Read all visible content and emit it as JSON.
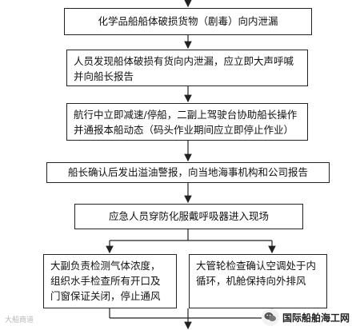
{
  "steps": [
    "化学品船船体破损货物（剧毒）向内泄漏",
    "人员发现船体破损有货向内泄漏，应立即大声呼喊并向船长报告",
    "航行中立即减速/停船，二副上驾驶台协助船长操作并通报本船动态（码头作业期间应立即停止作业）",
    "船长确认后发出溢油警报，向当地海事机构和公司报告",
    "应急人员穿防化服戴呼吸器进入现场"
  ],
  "branches": {
    "left": "大副负责检测气体浓度，组织水手检查所有开口及门窗保证关闭，停止通风",
    "right": "大管轮检查确认空调处于内循环，机舱保持向外排风"
  },
  "watermark": {
    "left": "大船商道",
    "right": "国际船舶海工网"
  }
}
